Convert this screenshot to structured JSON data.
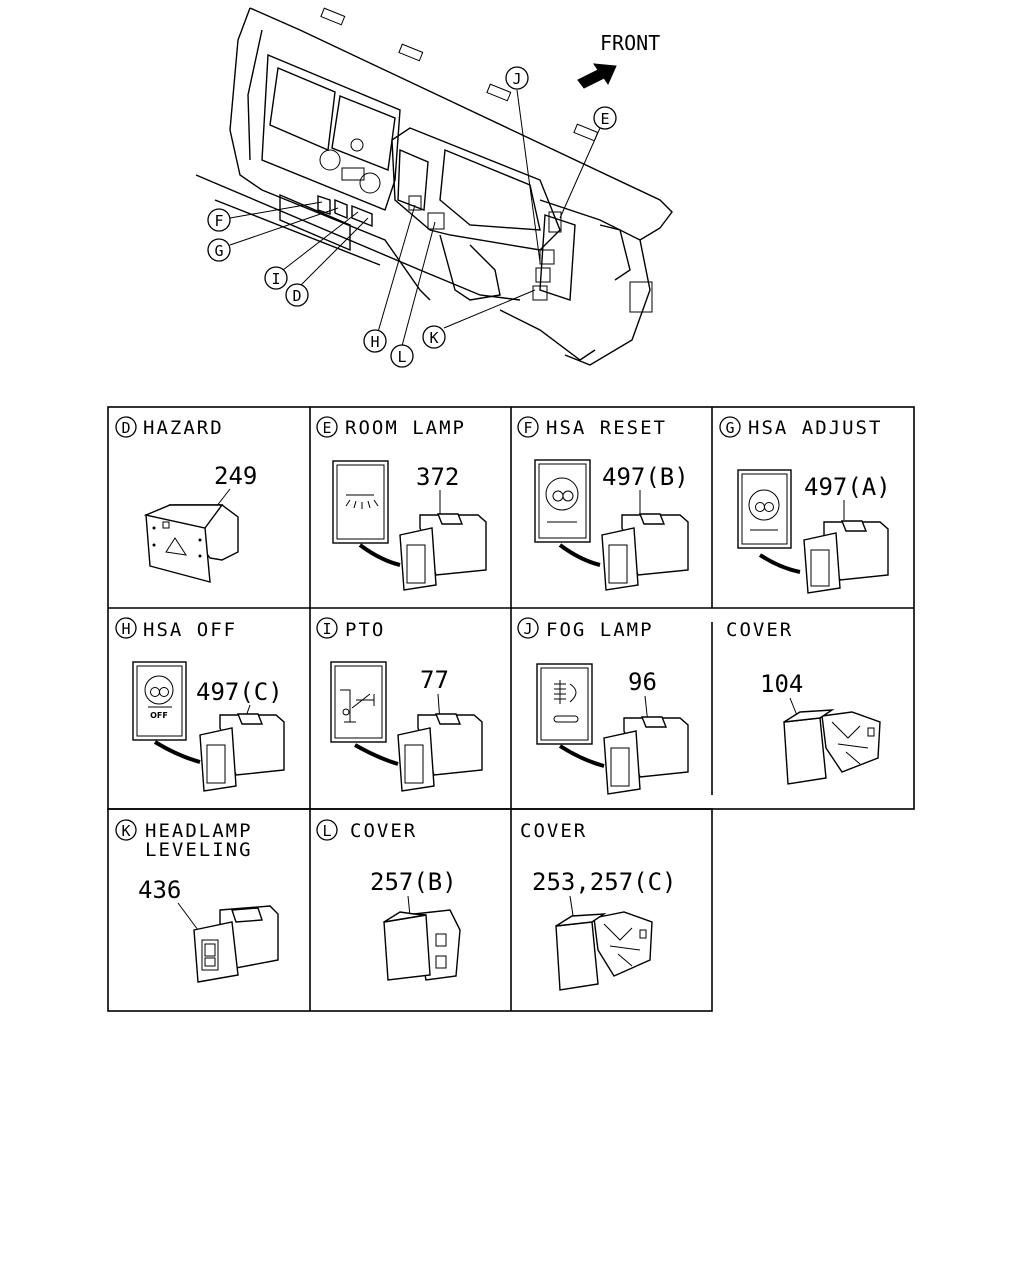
{
  "overview": {
    "front_label": "FRONT",
    "callouts": [
      "J",
      "E",
      "F",
      "G",
      "I",
      "D",
      "H",
      "L",
      "K"
    ]
  },
  "grid": {
    "cells": [
      {
        "letter": "D",
        "title": "HAZARD",
        "part": "249"
      },
      {
        "letter": "E",
        "title": "ROOM LAMP",
        "part": "372"
      },
      {
        "letter": "F",
        "title": "HSA RESET",
        "part": "497(B)"
      },
      {
        "letter": "G",
        "title": "HSA ADJUST",
        "part": "497(A)"
      },
      {
        "letter": "H",
        "title": "HSA OFF",
        "part": "497(C)",
        "icon_text": "OFF"
      },
      {
        "letter": "I",
        "title": "PTO",
        "part": "77"
      },
      {
        "letter": "J",
        "title": "FOG LAMP",
        "part": "96"
      },
      {
        "letter": "",
        "title": "COVER",
        "part": "104"
      },
      {
        "letter": "K",
        "title": "HEADLAMP",
        "title2": "LEVELING",
        "part": "436"
      },
      {
        "letter": "L",
        "title": "COVER",
        "part": "257(B)"
      },
      {
        "letter": "",
        "title": "COVER",
        "part": "253,257(C)"
      }
    ]
  }
}
